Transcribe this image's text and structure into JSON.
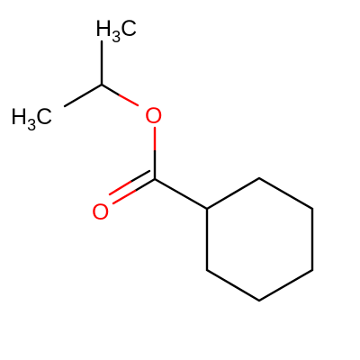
{
  "molecule": {
    "atoms": {
      "methyl_top": {
        "element": "C",
        "symbol": "H",
        "subscript": "3",
        "suffix": "C",
        "color": "#000000"
      },
      "methyl_left": {
        "element": "C",
        "prefix": "H",
        "subscript": "3",
        "symbol": "C",
        "color": "#000000"
      },
      "ether_oxygen": {
        "element": "O",
        "symbol": "O",
        "color": "#ff0000"
      },
      "carbonyl_oxygen": {
        "element": "O",
        "symbol": "O",
        "color": "#ff0000"
      }
    },
    "bond_colors": {
      "carbon": "#000000",
      "oxygen": "#ff0000"
    }
  }
}
